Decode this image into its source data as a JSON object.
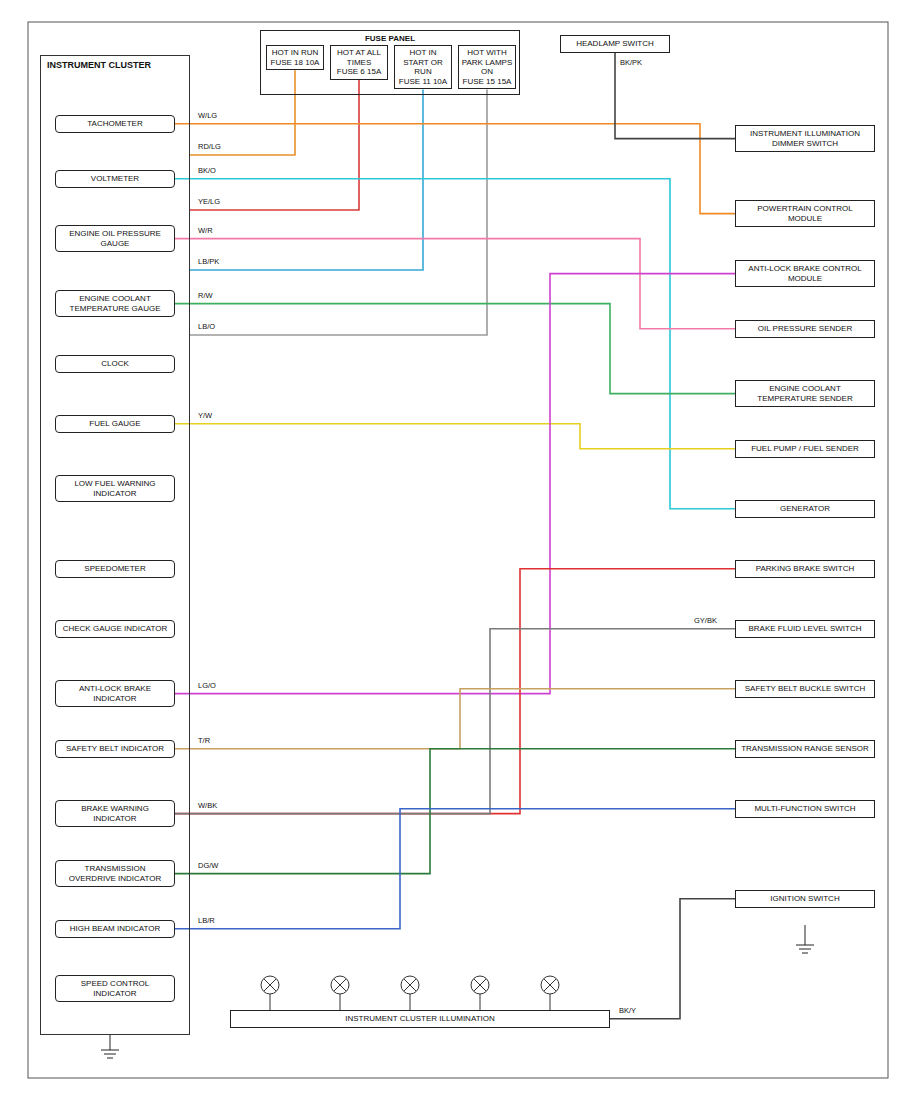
{
  "diagram": {
    "nodes": [
      {
        "text": [
          "INSTRUMENT CLUSTER"
        ]
      },
      {
        "text": [
          "TACHOMETER"
        ],
        "in": 0
      },
      {
        "text": [
          "VOLTMETER"
        ],
        "in": 0
      },
      {
        "text": [
          "ENGINE OIL PRESSURE GAUGE"
        ],
        "in": 0
      },
      {
        "text": [
          "ENGINE COOLANT TEMPERATURE GAUGE"
        ],
        "in": 0
      },
      {
        "text": [
          "CLOCK"
        ],
        "in": 0
      },
      {
        "text": [
          "FUEL GAUGE"
        ],
        "in": 0
      },
      {
        "text": [
          "LOW FUEL WARNING INDICATOR"
        ],
        "in": 0
      },
      {
        "text": [
          "SPEEDOMETER"
        ],
        "in": 0
      },
      {
        "text": [
          "CHECK GAUGE INDICATOR"
        ],
        "in": 0
      },
      {
        "text": [
          "ANTI-LOCK BRAKE INDICATOR"
        ],
        "in": 0
      },
      {
        "text": [
          "SAFETY BELT INDICATOR"
        ],
        "in": 0
      },
      {
        "text": [
          "BRAKE WARNING INDICATOR"
        ],
        "in": 0
      },
      {
        "text": [
          "TRANSMISSION OVERDRIVE INDICATOR"
        ],
        "in": 0
      },
      {
        "text": [
          "HIGH BEAM INDICATOR"
        ],
        "in": 0
      },
      {
        "text": [
          "SPEED CONTROL INDICATOR"
        ],
        "in": 0
      },
      {
        "text": [
          "FUSE PANEL"
        ]
      },
      {
        "text": [
          "HOT IN RUN",
          "FUSE 18 10A"
        ],
        "in": 16
      },
      {
        "text": [
          "HOT AT ALL TIMES",
          "FUSE 6 15A"
        ],
        "in": 16
      },
      {
        "text": [
          "HOT IN START OR RUN",
          "FUSE 11 10A"
        ],
        "in": 16
      },
      {
        "text": [
          "HOT WITH PARK LAMPS ON",
          "FUSE 15 15A"
        ],
        "in": 16
      },
      {
        "text": [
          "HEADLAMP SWITCH"
        ]
      },
      {
        "text": [
          "INSTRUMENT ILLUMINATION DIMMER SWITCH"
        ]
      },
      {
        "text": [
          "POWERTRAIN CONTROL MODULE"
        ]
      },
      {
        "text": [
          "ANTI-LOCK BRAKE CONTROL MODULE"
        ]
      },
      {
        "text": [
          "OIL PRESSURE SENDER"
        ]
      },
      {
        "text": [
          "ENGINE COOLANT TEMPERATURE SENDER"
        ]
      },
      {
        "text": [
          "FUEL PUMP / FUEL SENDER"
        ]
      },
      {
        "text": [
          "GENERATOR"
        ]
      },
      {
        "text": [
          "PARKING BRAKE SWITCH"
        ]
      },
      {
        "text": [
          "BRAKE FLUID LEVEL SWITCH"
        ]
      },
      {
        "text": [
          "SAFETY BELT BUCKLE SWITCH"
        ]
      },
      {
        "text": [
          "TRANSMISSION RANGE SENSOR"
        ]
      },
      {
        "text": [
          "MULTI-FUNCTION SWITCH"
        ]
      },
      {
        "text": [
          "IGNITION SWITCH"
        ]
      },
      {
        "text": [
          "INSTRUMENT CLUSTER ILLUMINATION"
        ]
      }
    ],
    "edges": [
      {
        "from": 17,
        "to": 0,
        "arrow": "none"
      },
      {
        "from": 18,
        "to": 0,
        "arrow": "none"
      },
      {
        "from": 19,
        "to": 0,
        "arrow": "none"
      },
      {
        "from": 20,
        "to": 0,
        "arrow": "none"
      },
      {
        "from": 1,
        "to": 23,
        "arrow": "none"
      },
      {
        "from": 2,
        "to": 28,
        "arrow": "none"
      },
      {
        "from": 3,
        "to": 25,
        "arrow": "none"
      },
      {
        "from": 4,
        "to": 26,
        "arrow": "none"
      },
      {
        "from": 6,
        "to": 27,
        "arrow": "none"
      },
      {
        "from": 10,
        "to": 24,
        "arrow": "none"
      },
      {
        "from": 12,
        "to": 29,
        "arrow": "none"
      },
      {
        "from": 12,
        "to": 30,
        "arrow": "none"
      },
      {
        "from": 11,
        "to": 31,
        "arrow": "none"
      },
      {
        "from": 13,
        "to": 32,
        "arrow": "none"
      },
      {
        "from": 14,
        "to": 33,
        "arrow": "none"
      },
      {
        "from": 21,
        "to": 22,
        "arrow": "none"
      },
      {
        "from": 34,
        "to": 35,
        "arrow": "none"
      }
    ],
    "labels": [
      "RD/LG",
      "YE/LG",
      "LB/PK",
      "LB/O",
      "W/LG",
      "BK/O",
      "W/R",
      "R/W",
      "Y/W",
      "LG/O",
      "W/BK",
      "GY/BK",
      "T/R",
      "DG/W",
      "LB/R",
      "BK/PK",
      "BK/Y"
    ]
  }
}
